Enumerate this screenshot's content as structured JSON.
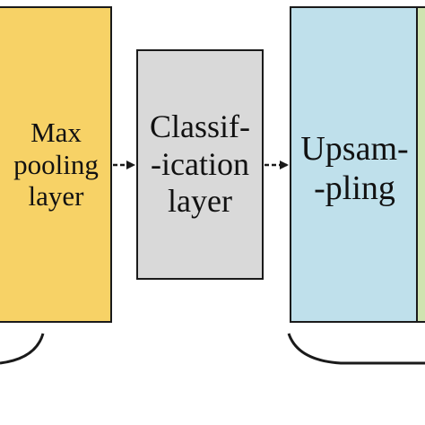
{
  "blocks": {
    "max_pooling": {
      "lines": [
        "Max",
        "pooling",
        "layer"
      ],
      "color": "#f7d266"
    },
    "classification": {
      "lines": [
        "Classif-",
        "-ication",
        "layer"
      ],
      "color": "#d9d9d9"
    },
    "upsampling": {
      "lines": [
        "Upsam-",
        "-pling"
      ],
      "color": "#bfe0eb"
    },
    "next": {
      "color": "#cfe3b0"
    }
  },
  "colors": {
    "stroke": "#1a1a1a",
    "text": "#111111"
  }
}
